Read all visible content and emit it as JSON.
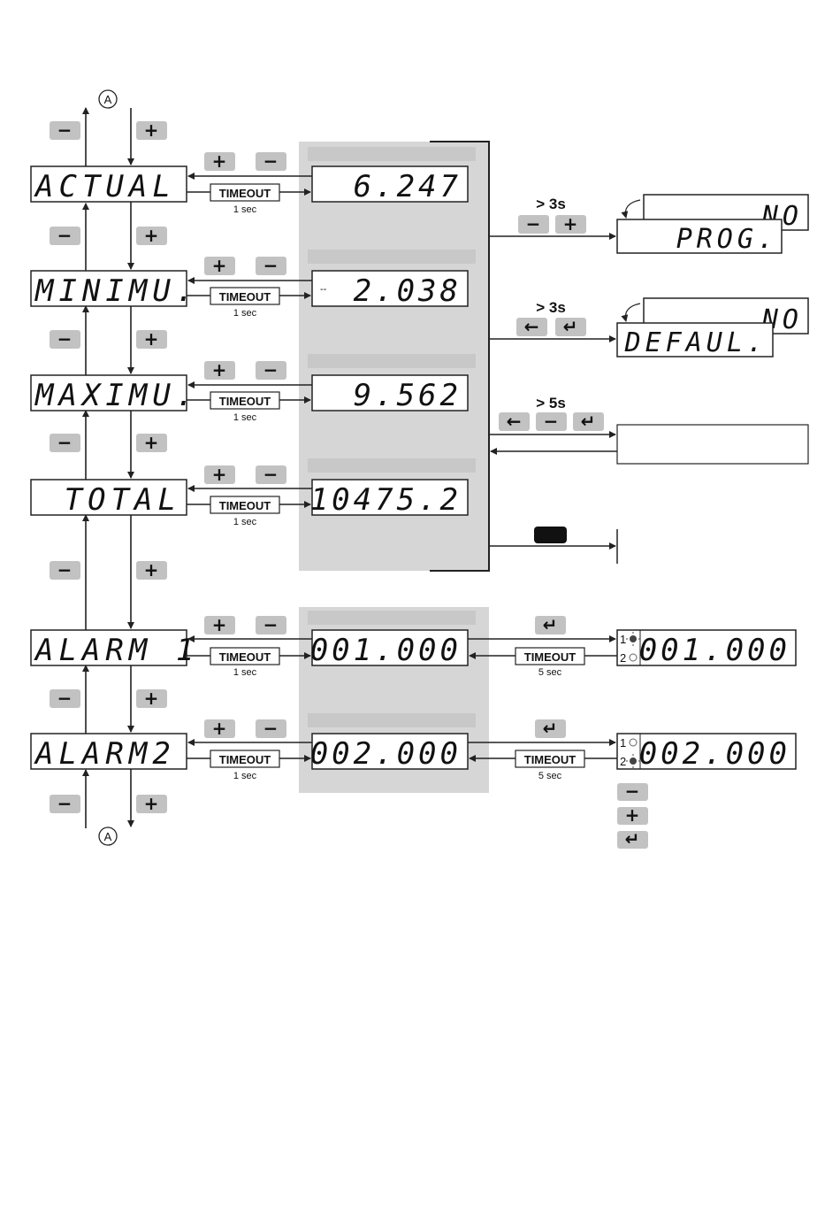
{
  "connector_label": "A",
  "menu_screens": [
    {
      "id": "actual",
      "label": "ACTUAL",
      "value": "6.247"
    },
    {
      "id": "minimu",
      "label": "MINIMU.",
      "value": "2.038",
      "prefix": "--"
    },
    {
      "id": "maximu",
      "label": "MAXIMU.",
      "value": "9.562"
    },
    {
      "id": "total",
      "label": "TOTAL",
      "value": "10475.2"
    },
    {
      "id": "alarm1",
      "label": "ALARM 1",
      "value": "001.000"
    },
    {
      "id": "alarm2",
      "label": "ALARM2",
      "value": "002.000"
    }
  ],
  "timeout": {
    "label": "TIMEOUT",
    "short": "1 sec",
    "long": "5 sec"
  },
  "actions": {
    "prog": {
      "hold": "> 3s",
      "screen": "PROG.",
      "option": "NO"
    },
    "default": {
      "hold": "> 3s",
      "screen": "DEFAUL.",
      "option": "NO"
    },
    "other": {
      "hold": "> 5s"
    }
  },
  "alarm_edit": [
    {
      "value": "001.000",
      "led1": "1",
      "led2": "2",
      "active": 1
    },
    {
      "value": "002.000",
      "led1": "1",
      "led2": "2",
      "active": 2
    }
  ],
  "keys": {
    "minus": "−",
    "plus": "+",
    "left": "←",
    "enter": "↵"
  },
  "colors": {
    "key_fill": "#c2c2c2",
    "panel_fill": "#d6d6d6",
    "line": "#222222"
  }
}
